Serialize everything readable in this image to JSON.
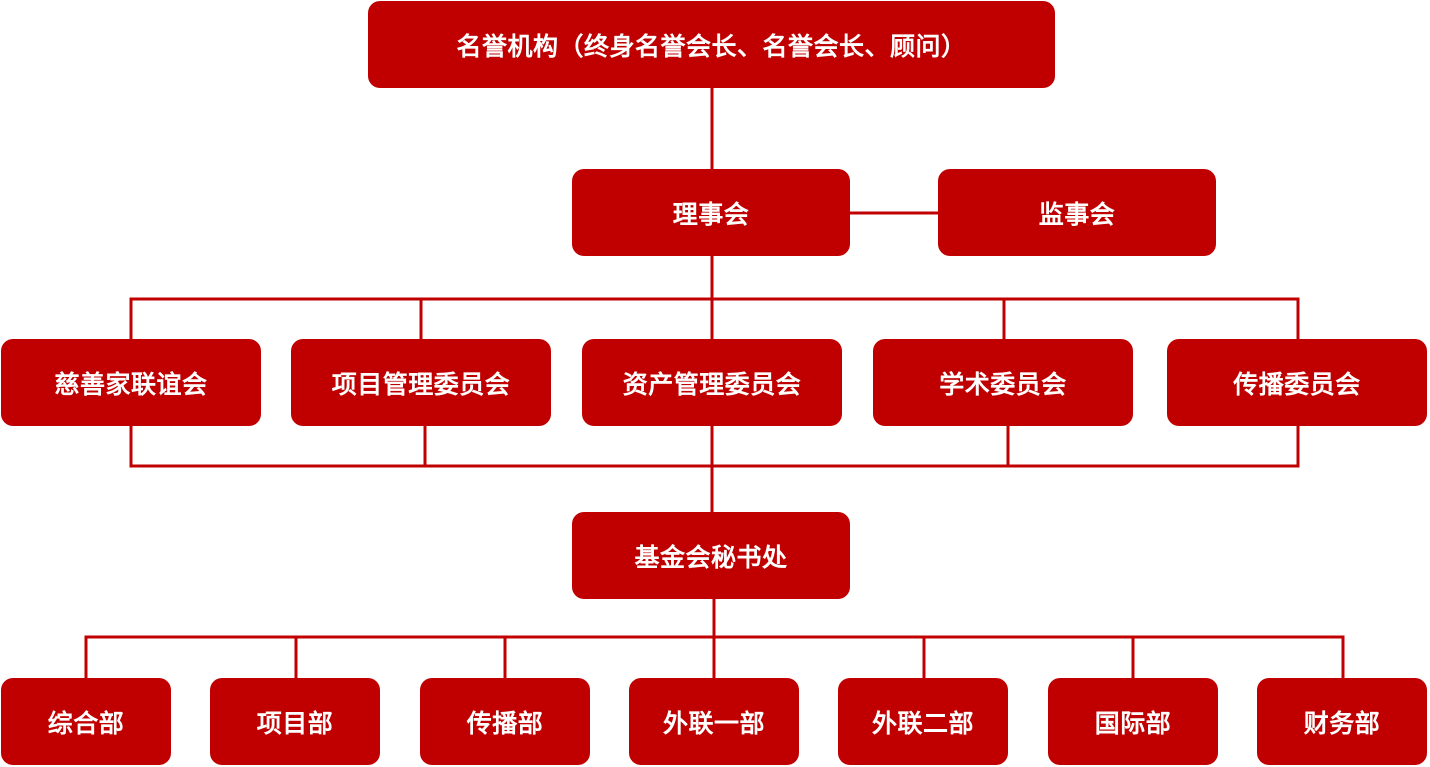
{
  "colors": {
    "node_fill": "#c00000",
    "node_text": "#ffffff",
    "connector": "#c00000"
  },
  "honorary": {
    "label": "名誉机构（终身名誉会长、名誉会长、顾问）"
  },
  "council": {
    "label": "理事会"
  },
  "supervisory_board": {
    "label": "监事会"
  },
  "committees": [
    {
      "label": "慈善家联谊会"
    },
    {
      "label": "项目管理委员会"
    },
    {
      "label": "资产管理委员会"
    },
    {
      "label": "学术委员会"
    },
    {
      "label": "传播委员会"
    }
  ],
  "secretariat": {
    "label": "基金会秘书处"
  },
  "departments": [
    {
      "label": "综合部"
    },
    {
      "label": "项目部"
    },
    {
      "label": "传播部"
    },
    {
      "label": "外联一部"
    },
    {
      "label": "外联二部"
    },
    {
      "label": "国际部"
    },
    {
      "label": "财务部"
    }
  ]
}
